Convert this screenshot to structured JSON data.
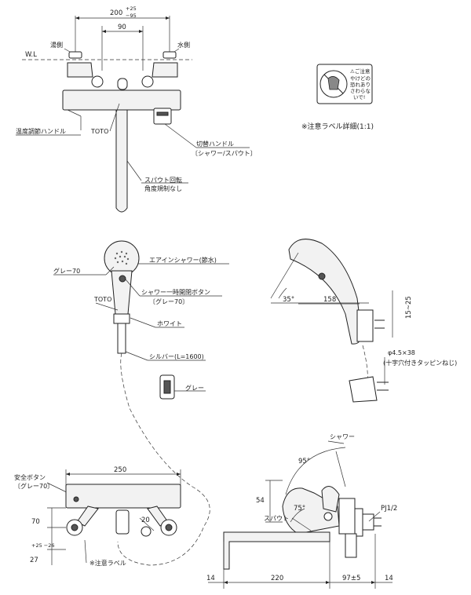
{
  "labels": {
    "wl": "W.L",
    "hot_side": "湯側",
    "cold_side": "水側",
    "temp_handle": "温度調節ハンドル",
    "toto_top": "TOTO",
    "switch_handle": "切替ハンドル",
    "switch_handle_sub": "〔シャワー/スパウト〕",
    "spout_rotate": "スパウト回転",
    "spout_rotate_sub": "角度規制なし",
    "caution_note": "※注意ラベル詳細(1:1)",
    "caution_l1": "⚠ご注意",
    "caution_l2": "やけどの",
    "caution_l3": "恐れあり",
    "caution_l4": "さわらな",
    "caution_l5": "いで!",
    "gray70": "グレー70",
    "air_in_shower": "エアインシャワー(節水)",
    "stop_button": "シャワー一時開閉ボタン",
    "stop_button_sub": "〔グレー70〕",
    "toto_head": "TOTO",
    "white": "ホワイト",
    "silver_hose": "シルバー(L=1600)",
    "gray": "グレー",
    "safety_button": "安全ボタン",
    "safety_button_sub": "〔グレー70〕",
    "caution_label": "※注意ラベル",
    "shower": "シャワー",
    "spout": "スパウト",
    "pj": "PJ1/2",
    "screw_size": "φ4.5×38",
    "screw_desc": "(十字穴付きタッピンねじ)"
  },
  "dimensions": {
    "top_width": "200",
    "top_tol_plus": "+25",
    "top_tol_minus": "−95",
    "inner_90": "90",
    "bottom_250": "250",
    "d_70": "70",
    "d_20": "20",
    "d_27": "27",
    "d_27_tol": "+25 −26",
    "angle_35": "35°",
    "d_158": "158",
    "d_15_25": "15~25",
    "angle_95": "95°",
    "angle_75": "75°",
    "d_54": "54",
    "d_14_left": "14",
    "d_220": "220",
    "d_97": "97±5",
    "d_14_right": "14"
  }
}
